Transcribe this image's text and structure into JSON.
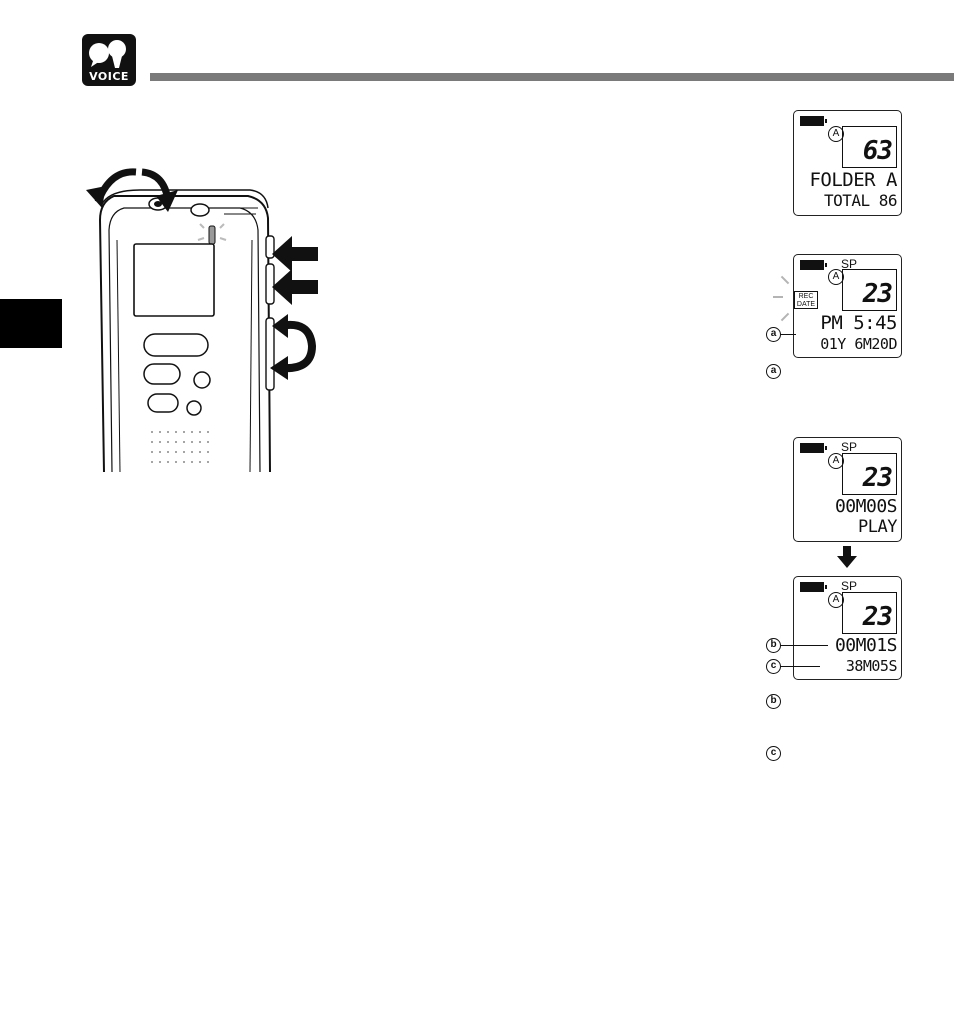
{
  "header": {
    "logo_text": "VOICE"
  },
  "display_folder": {
    "folder": "A",
    "file_count": "63",
    "line1": "FOLDER A",
    "line2": "TOTAL 86"
  },
  "display_rec_date": {
    "mode": "SP",
    "folder": "A",
    "file_number": "23",
    "rec_label_1": "REC",
    "rec_label_2": "DATE",
    "line1": "PM  5:45",
    "line2": "01Y 6M20D",
    "callout": "a"
  },
  "display_play_start": {
    "mode": "SP",
    "folder": "A",
    "file_number": "23",
    "line1": "00M00S",
    "line2": "PLAY"
  },
  "display_playing": {
    "mode": "SP",
    "folder": "A",
    "file_number": "23",
    "line1": "00M01S",
    "line2": "38M05S",
    "callout_b": "b",
    "callout_c": "c"
  },
  "legend": {
    "a": "a",
    "b": "b",
    "c": "c"
  },
  "icons": [
    "voice-logo",
    "recorder-illustration",
    "arrow-left-icon",
    "rotate-arrow-icon",
    "down-arrow-icon"
  ]
}
